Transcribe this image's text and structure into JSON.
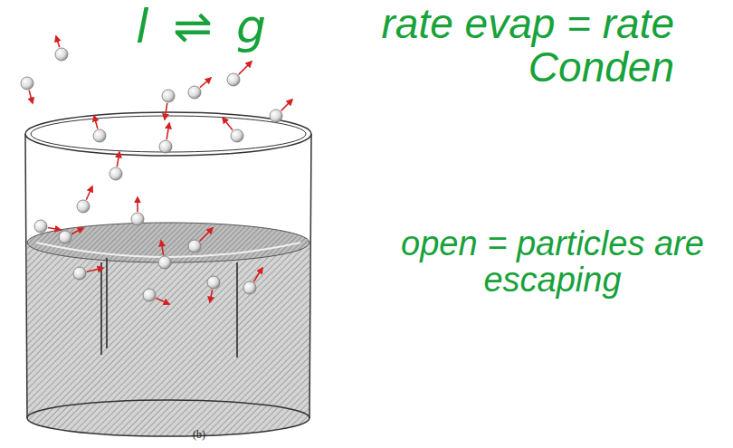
{
  "diagram": {
    "labels": [
      "l ⇌ g",
      "rate evap = rate Conden",
      "open = particles are escaping",
      "(b)"
    ]
  }
}
